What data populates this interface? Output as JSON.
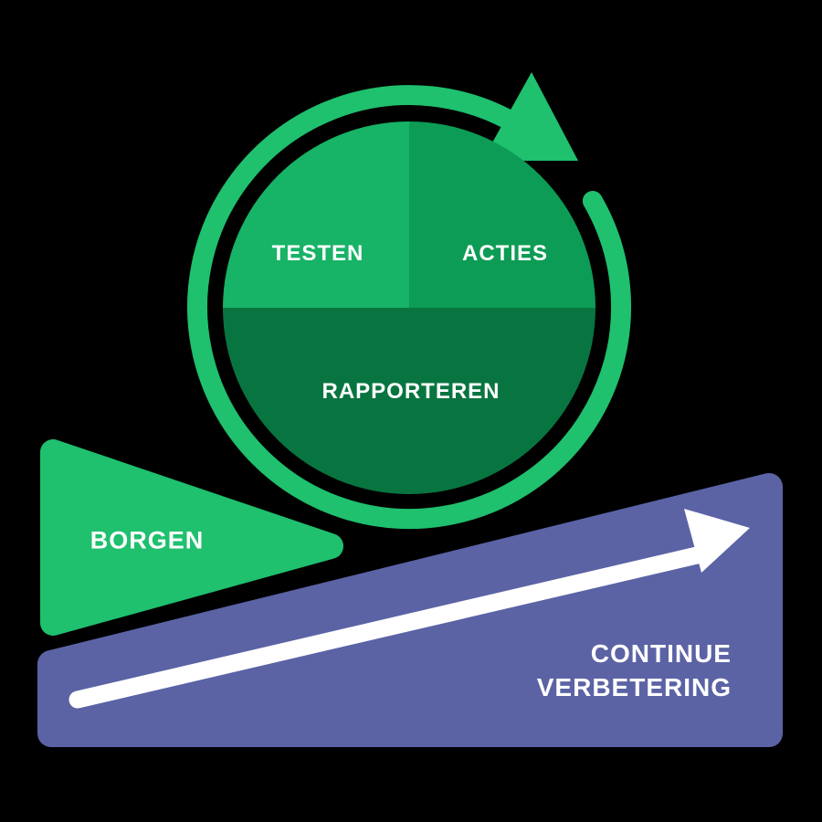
{
  "diagram": {
    "background_color": "#000000",
    "text_color": "#ffffff",
    "cycle": {
      "ring_color": "#1fc06e",
      "arrowhead_color": "#1fc06e",
      "segments": [
        {
          "label": "TESTEN",
          "color": "#17b366"
        },
        {
          "label": "ACTIES",
          "color": "#0d9c55"
        },
        {
          "label": "RAPPORTEREN",
          "color": "#087540"
        }
      ]
    },
    "borgen": {
      "label": "BORGEN",
      "color": "#1fc06e"
    },
    "ramp": {
      "color": "#5b63a5",
      "arrow_color": "#ffffff",
      "label_line1": "CONTINUE",
      "label_line2": "VERBETERING"
    }
  }
}
